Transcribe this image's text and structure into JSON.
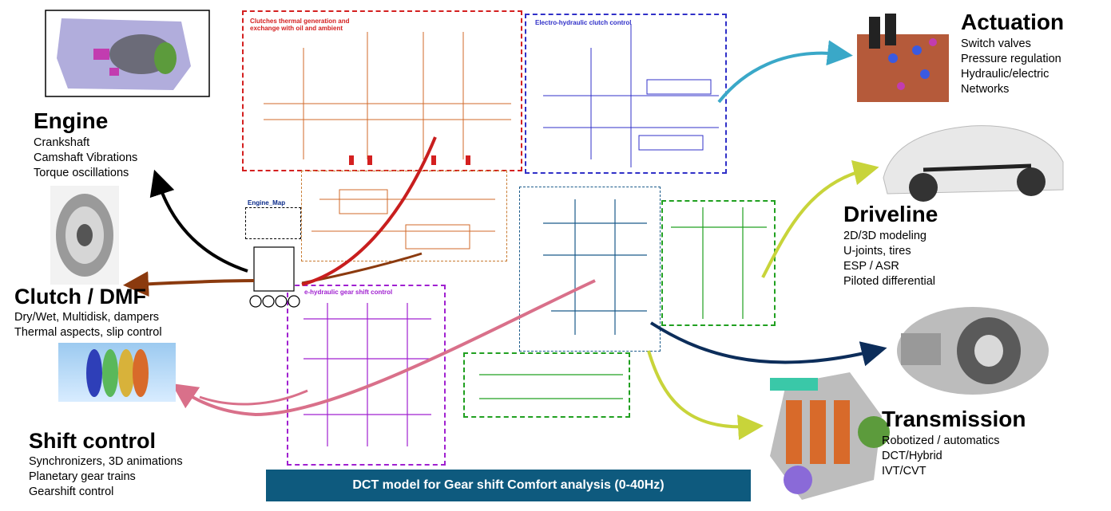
{
  "banner": "DCT model for Gear shift Comfort analysis (0-40Hz)",
  "engine": {
    "title": "Engine",
    "lines": [
      "Crankshaft",
      "Camshaft Vibrations",
      "Torque oscillations"
    ]
  },
  "clutch": {
    "title": "Clutch / DMF",
    "lines": [
      "Dry/Wet, Multidisk, dampers",
      "Thermal aspects, slip control"
    ]
  },
  "shift": {
    "title": "Shift control",
    "lines": [
      "Synchronizers, 3D animations",
      "Planetary gear trains",
      "Gearshift control"
    ]
  },
  "actuation": {
    "title": "Actuation",
    "lines": [
      "Switch valves",
      "Pressure regulation",
      "Hydraulic/electric",
      "Networks"
    ]
  },
  "driveline": {
    "title": "Driveline",
    "lines": [
      "2D/3D modeling",
      "U-joints, tires",
      "ESP / ASR",
      "Piloted differential"
    ]
  },
  "transmission": {
    "title": "Transmission",
    "lines": [
      "Robotized / automatics",
      "DCT/Hybrid",
      "IVT/CVT"
    ]
  },
  "schematic": {
    "thermal_label": "Clutches thermal generation and exchange with oil and ambient",
    "electro_label": "Electro-hydraulic clutch control",
    "engine_map_label": "Engine_Map",
    "gearshift_label": "e-hydraulic gear shift control"
  },
  "colors": {
    "engine_arrow": "#000000",
    "clutch_arrow": "#8b3a0e",
    "shift_arrow": "#d9708a",
    "actuation_arrow": "#3aa8c8",
    "driveline_arrow": "#c8d43a",
    "transmission_arrow": "#0c2d5a",
    "banner_bg": "#0e5a7e"
  }
}
